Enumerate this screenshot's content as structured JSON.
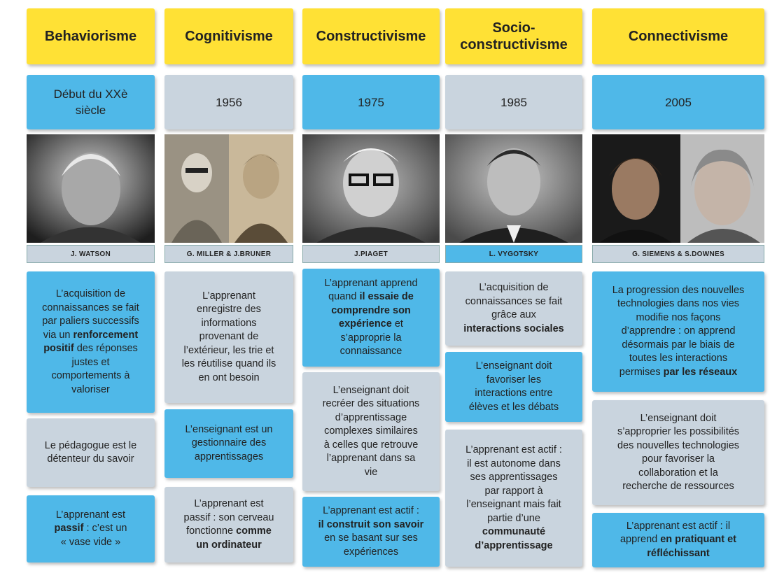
{
  "columns": [
    {
      "title": "Behaviorisme",
      "date": "Début du XXè siècle",
      "name": "J. WATSON",
      "blocks": [
        [
          "L’acquisition de",
          "connaissances se fait",
          "par paliers successifs",
          "via un |renforcement|",
          "|positif| des réponses",
          "justes et",
          "comportements à",
          "valoriser"
        ],
        [
          "Le pédagogue est le",
          "détenteur du savoir"
        ],
        [
          "L’apprenant est",
          "|passif| : c’est un",
          "« vase vide »"
        ]
      ]
    },
    {
      "title": "Cognitivisme",
      "date": "1956",
      "name": "G. MILLER & J.BRUNER",
      "blocks": [
        [
          "L’apprenant",
          "enregistre des",
          "informations",
          "provenant de",
          "l’extérieur, les trie et",
          "les réutilise quand ils",
          "en ont besoin"
        ],
        [
          "L’enseignant est un",
          "gestionnaire des",
          "apprentissages"
        ],
        [
          "L’apprenant est",
          "passif : son cerveau",
          "fonctionne |comme|",
          "|un ordinateur|"
        ]
      ]
    },
    {
      "title": "Constructivisme",
      "date": "1975",
      "name": "J.PIAGET",
      "blocks": [
        [
          "L’apprenant apprend",
          "quand |il essaie de|",
          "|comprendre son|",
          "|expérience| et",
          "s’approprie la",
          "connaissance"
        ],
        [
          "L’enseignant doit",
          "recréer des situations",
          "d’apprentissage",
          "complexes similaires",
          "à celles que retrouve",
          "l’apprenant dans sa",
          "vie"
        ],
        [
          "L’apprenant est actif :",
          "|il construit son savoir|",
          "en se basant sur ses",
          "expériences"
        ]
      ]
    },
    {
      "title": "Socio-constructivisme",
      "date": "1985",
      "name": "L. VYGOTSKY",
      "blocks": [
        [
          "L’acquisition de",
          "connaissances se fait",
          "grâce aux",
          "|interactions sociales|"
        ],
        [
          "L’enseignant doit",
          "favoriser les",
          "interactions entre",
          "élèves et les débats"
        ],
        [
          "L’apprenant est actif :",
          "il est autonome dans",
          "ses apprentissages",
          "par rapport à",
          "l’enseignant mais fait",
          "partie d’une",
          "|communauté|",
          "|d’apprentissage|"
        ]
      ]
    },
    {
      "title": "Connectivisme",
      "date": "2005",
      "name": "G. SIEMENS & S.DOWNES",
      "blocks": [
        [
          "La progression des nouvelles",
          "technologies dans nos vies",
          "modifie nos façons",
          "d’apprendre : on apprend",
          "désormais par le biais de",
          "toutes les interactions",
          "permises |par les réseaux|"
        ],
        [
          "L’enseignant doit",
          "s’approprier les possibilités",
          "des nouvelles technologies",
          "pour favoriser la",
          "collaboration et la",
          "recherche de ressources"
        ],
        [
          "L’apprenant est actif : il",
          "apprend |en pratiquant et|",
          "|réfléchissant|"
        ]
      ]
    }
  ],
  "colors": {
    "header": "#ffe135",
    "blue": "#4fb8e8",
    "gray": "#c9d4de"
  }
}
